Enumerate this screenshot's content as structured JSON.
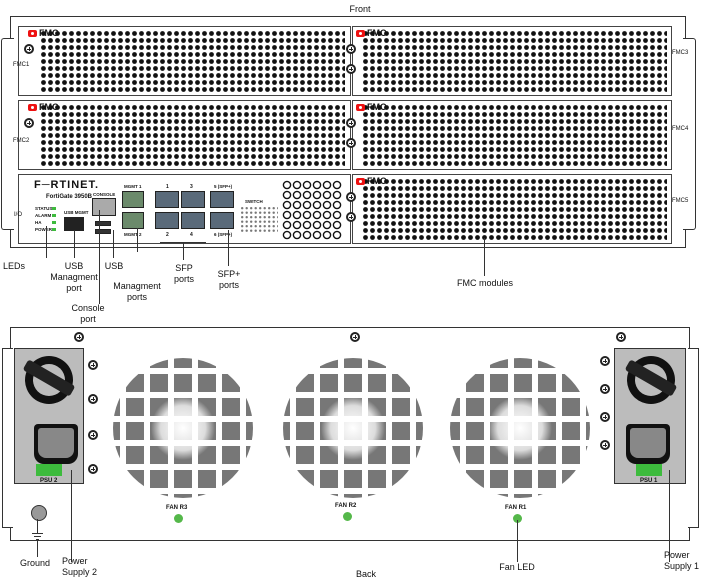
{
  "labels": {
    "front": "Front",
    "back": "Back",
    "leds": "LEDs",
    "usb_mgmt_port": "USB\nManagment\nport",
    "console_port": "Console\nport",
    "usb": "USB",
    "mgmt_ports": "Managment\nports",
    "sfp_ports": "SFP\nports",
    "sfpplus_ports": "SFP+\nports",
    "fmc_modules": "FMC modules",
    "ground": "Ground",
    "power_supply_2": "Power\nSupply 2",
    "fan_led": "Fan LED",
    "power_supply_1": "Power\nSupply 1"
  },
  "front_panel": {
    "fmc_tag": "FMC",
    "slots": [
      "FMC1",
      "FMC2",
      "FMC3",
      "FMC4",
      "FMC5"
    ],
    "brand": "F─RTINET.",
    "model": "FortiGate 3950B",
    "io": "I/O",
    "status_leds": [
      "STATUS",
      "ALARM",
      "HA",
      "POWER"
    ],
    "usb_mgmt": "USB MGMT",
    "console": "CONSOLE",
    "mgmt1": "MGMT 1",
    "mgmt2": "MGMT 2",
    "port_numbers": [
      "1",
      "3",
      "2",
      "4"
    ],
    "sfpplus_top": "5 (SFP+)",
    "sfpplus_bottom": "6 (SFP+)",
    "switch": "SWITCH"
  },
  "back_panel": {
    "psu_left": "PSU 2",
    "psu_right": "PSU 1",
    "fans": [
      "FAN R3",
      "FAN R2",
      "FAN R1"
    ]
  },
  "colors": {
    "led_green": "#55b84a",
    "brand_red": "#e11111",
    "port_slate": "#5a6a7a"
  }
}
